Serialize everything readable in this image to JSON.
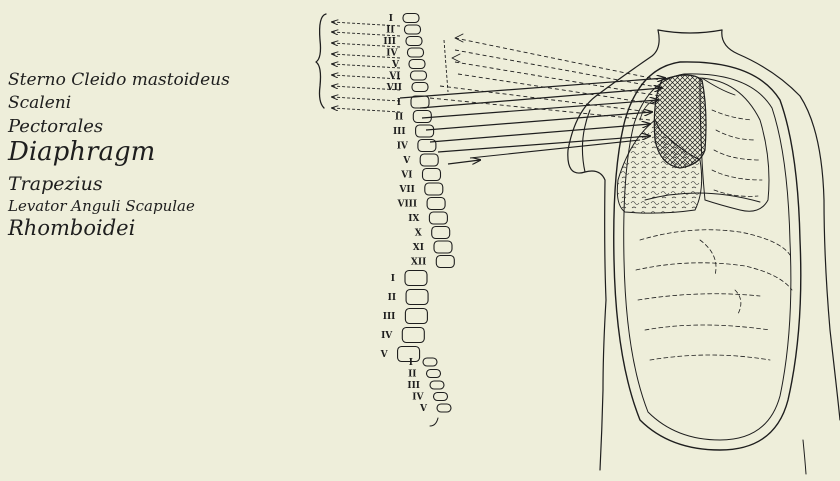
{
  "muscles": [
    {
      "label": "Sterno Cleido mastoideus"
    },
    {
      "label": "Scaleni"
    },
    {
      "label": "Pectorales"
    },
    {
      "label": "Diaphragm"
    },
    {
      "label": "Trapezius"
    },
    {
      "label": "Levator Anguli Scapulae"
    },
    {
      "label": "Rhomboidei"
    }
  ],
  "spine": {
    "cervical_numerals": [
      "I",
      "II",
      "III",
      "IV",
      "V",
      "VI",
      "VII"
    ],
    "thoracic_numerals": [
      "I",
      "II",
      "III",
      "IV",
      "V",
      "VI",
      "VII",
      "VIII",
      "IX",
      "X",
      "XI",
      "XII"
    ],
    "lumbar_numerals": [
      "I",
      "II",
      "III",
      "IV",
      "V"
    ],
    "sacral_numerals": [
      "I",
      "II",
      "III",
      "IV",
      "V"
    ]
  }
}
